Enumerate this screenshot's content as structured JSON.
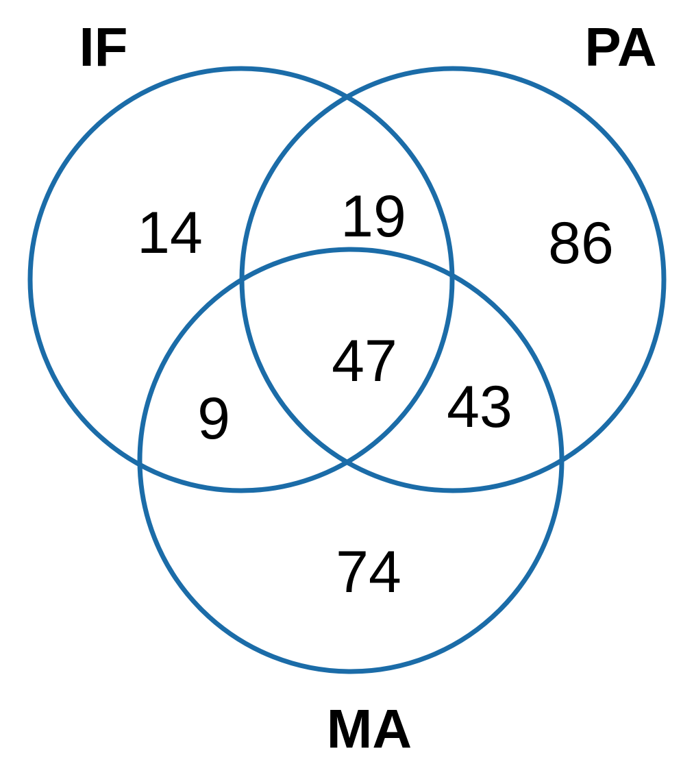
{
  "colors": {
    "circle_stroke": "#1b6ca8",
    "text": "#000000",
    "background": "#ffffff"
  },
  "chart_data": {
    "type": "venn",
    "sets": [
      {
        "id": "IF",
        "label": "IF"
      },
      {
        "id": "PA",
        "label": "PA"
      },
      {
        "id": "MA",
        "label": "MA"
      }
    ],
    "regions": {
      "IF_only": 14,
      "PA_only": 86,
      "MA_only": 74,
      "IF_PA": 19,
      "IF_MA": 9,
      "PA_MA": 43,
      "IF_PA_MA": 47
    },
    "layout_hints": {
      "legend": "none",
      "grid": "off",
      "label_positions": "IF top-left, PA top-right, MA bottom-center"
    }
  }
}
